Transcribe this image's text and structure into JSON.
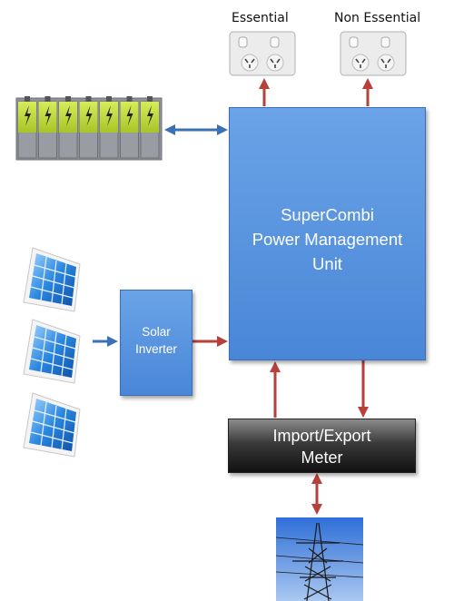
{
  "labels": {
    "essential": "Essential",
    "non_essential": "Non Essential"
  },
  "management_unit": {
    "line1": "SuperCombi",
    "line2": "Power Management",
    "line3": "Unit"
  },
  "inverter": {
    "line1": "Solar",
    "line2": "Inverter"
  },
  "meter": {
    "line1": "Import/Export",
    "line2": "Meter"
  },
  "colors": {
    "box_blue": "#4a86d8",
    "arrow_red": "#b8403a",
    "arrow_blue": "#3b72b3",
    "battery_green": "#b5d132",
    "battery_grey": "#8f9199",
    "outlet_grey": "#e6e6e6"
  },
  "icons": {
    "outlets": "power-outlet-icon",
    "batteries": "battery-bank-icon",
    "solar": "solar-panel-icon",
    "grid": "transmission-tower-icon"
  }
}
